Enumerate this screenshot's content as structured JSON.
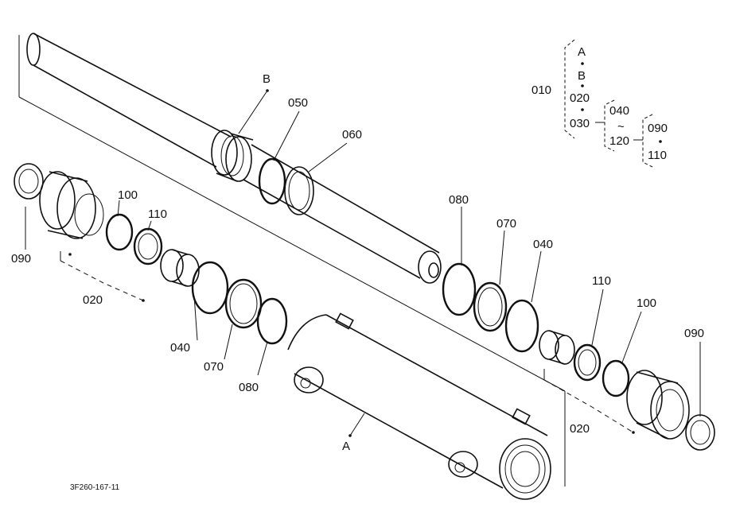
{
  "callouts": {
    "a": "A",
    "b": "B",
    "c050": "050",
    "c060": "060",
    "c080_right": "080",
    "c070_right": "070",
    "c040_right": "040",
    "c110_right": "110",
    "c100_right": "100",
    "c090_right": "090",
    "c020_right": "020",
    "c090_left": "090",
    "c100_left": "100",
    "c110_left": "110",
    "c020_left": "020",
    "c040_left": "040",
    "c070_left": "070",
    "c080_left": "080"
  },
  "legend": {
    "c010": "010",
    "a": "A",
    "b": "B",
    "c020": "020",
    "c030": "030",
    "c040": "040",
    "tilde": "~",
    "c120": "120",
    "c090": "090",
    "c110": "110"
  },
  "figure_code": "3F260-167-11"
}
